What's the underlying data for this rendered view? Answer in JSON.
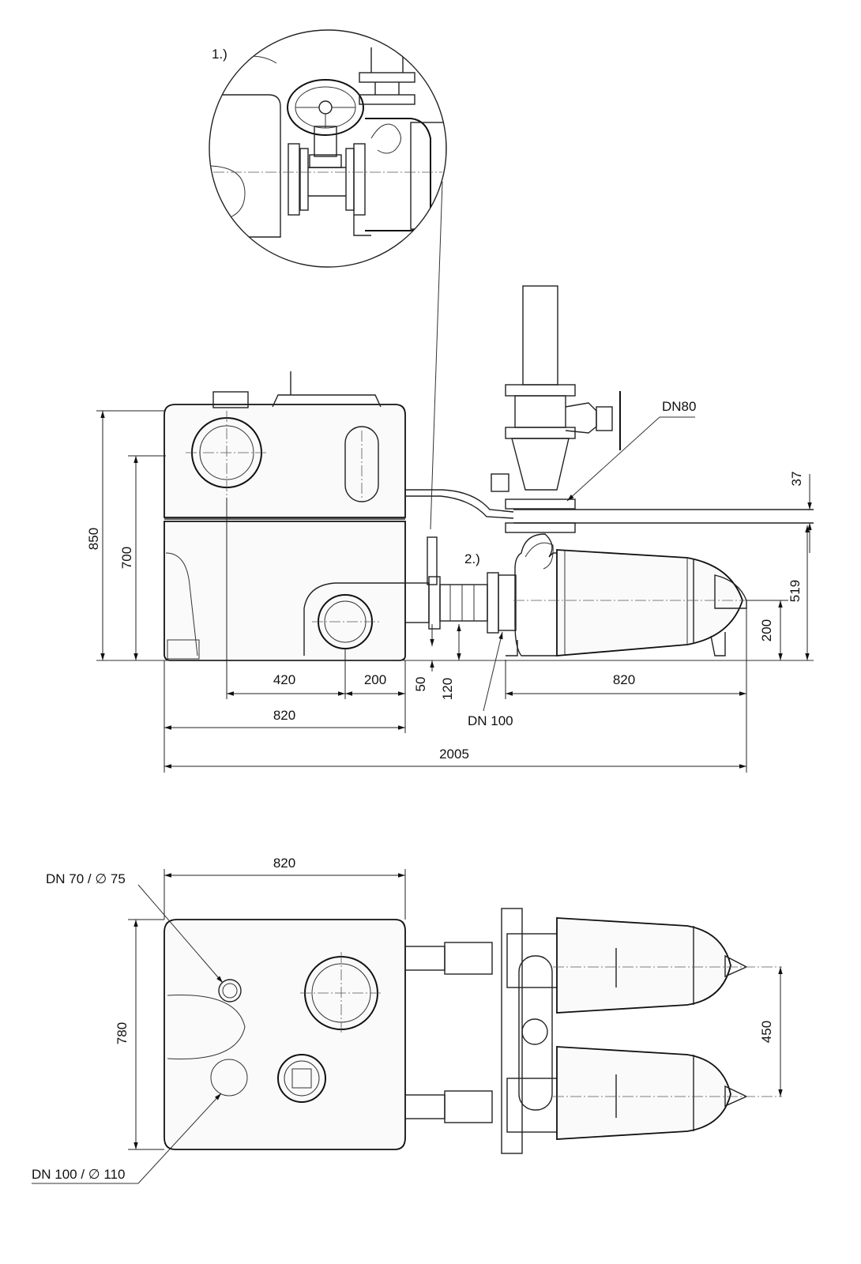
{
  "callouts": {
    "detail_1": "1.)",
    "detail_2": "2.)"
  },
  "side_view": {
    "pipe_dn80": "DN80",
    "pump_inlet_dn100": "DN 100",
    "dim_height_total": "850",
    "dim_height_inlet": "700",
    "dim_top_offset": "37",
    "dim_outlet_height": "519",
    "dim_pump_axis": "200",
    "dim_inlet_x1": "420",
    "dim_inlet_x2": "200",
    "dim_outlet_offset": "50",
    "dim_outlet_height_small": "120",
    "dim_tank_width": "820",
    "dim_pump_length": "820",
    "dim_total_length": "2005"
  },
  "top_view": {
    "dim_tank_width": "820",
    "dim_tank_depth": "780",
    "dim_pump_spacing": "450",
    "inlet_small": "DN 70 / ∅ 75",
    "inlet_large": "DN 100 / ∅ 110"
  }
}
